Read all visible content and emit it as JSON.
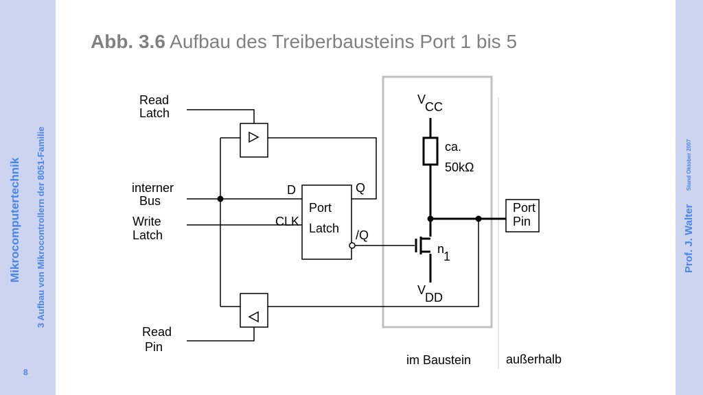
{
  "sidebar": {
    "course": "Mikrocomputertechnik",
    "chapter": "3 Aufbau von Mikrocontrollern der 8051-Familie",
    "page": "8",
    "author": "Prof. J. Walter",
    "date": "Stand Oktober 2007"
  },
  "title": {
    "label": "Abb. 3.6",
    "text": "Aufbau des Treiberbausteins Port 1 bis 5"
  },
  "diagram": {
    "read_latch": [
      "Read",
      "Latch"
    ],
    "interner_bus": [
      "interner",
      "Bus"
    ],
    "write_latch": [
      "Write",
      "Latch"
    ],
    "read_pin": [
      "Read",
      "Pin"
    ],
    "latch_d": "D",
    "latch_clk": "CLK",
    "latch_q": "Q",
    "latch_qn": "/Q",
    "port_latch": [
      "Port",
      "Latch"
    ],
    "vcc_v": "V",
    "vcc_sub": "CC",
    "resistor_value": [
      "ca.",
      "50kΩ"
    ],
    "transistor_n": "n",
    "transistor_sub": "1",
    "vdd_v": "V",
    "vdd_sub": "DD",
    "port_pin": [
      "Port",
      "Pin"
    ],
    "inside_label": "im Baustein",
    "outside_label": "außerhalb"
  },
  "colors": {
    "sidebar_bg": "#ccd4f0",
    "sidebar_text": "#4a86e8",
    "title_text": "#808080",
    "chip_border": "#c0c0c0"
  }
}
